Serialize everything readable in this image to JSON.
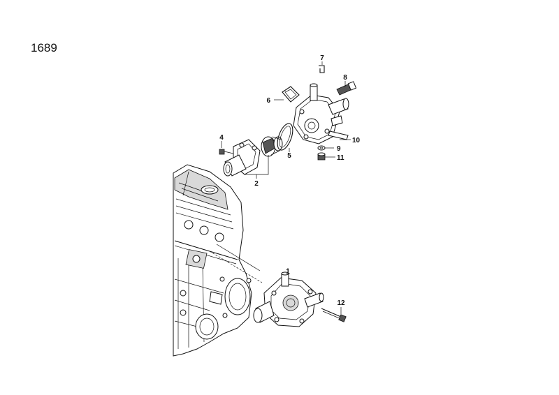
{
  "page": {
    "number": "1689"
  },
  "callouts": [
    {
      "id": "1",
      "label": "1"
    },
    {
      "id": "2",
      "label": "2"
    },
    {
      "id": "4",
      "label": "4"
    },
    {
      "id": "5",
      "label": "5"
    },
    {
      "id": "6",
      "label": "6"
    },
    {
      "id": "7",
      "label": "7"
    },
    {
      "id": "8",
      "label": "8"
    },
    {
      "id": "9",
      "label": "9"
    },
    {
      "id": "10",
      "label": "10"
    },
    {
      "id": "11",
      "label": "11"
    },
    {
      "id": "12",
      "label": "12"
    }
  ],
  "colors": {
    "line": "#111111",
    "background": "#ffffff",
    "shade": "#d9d9d9"
  }
}
